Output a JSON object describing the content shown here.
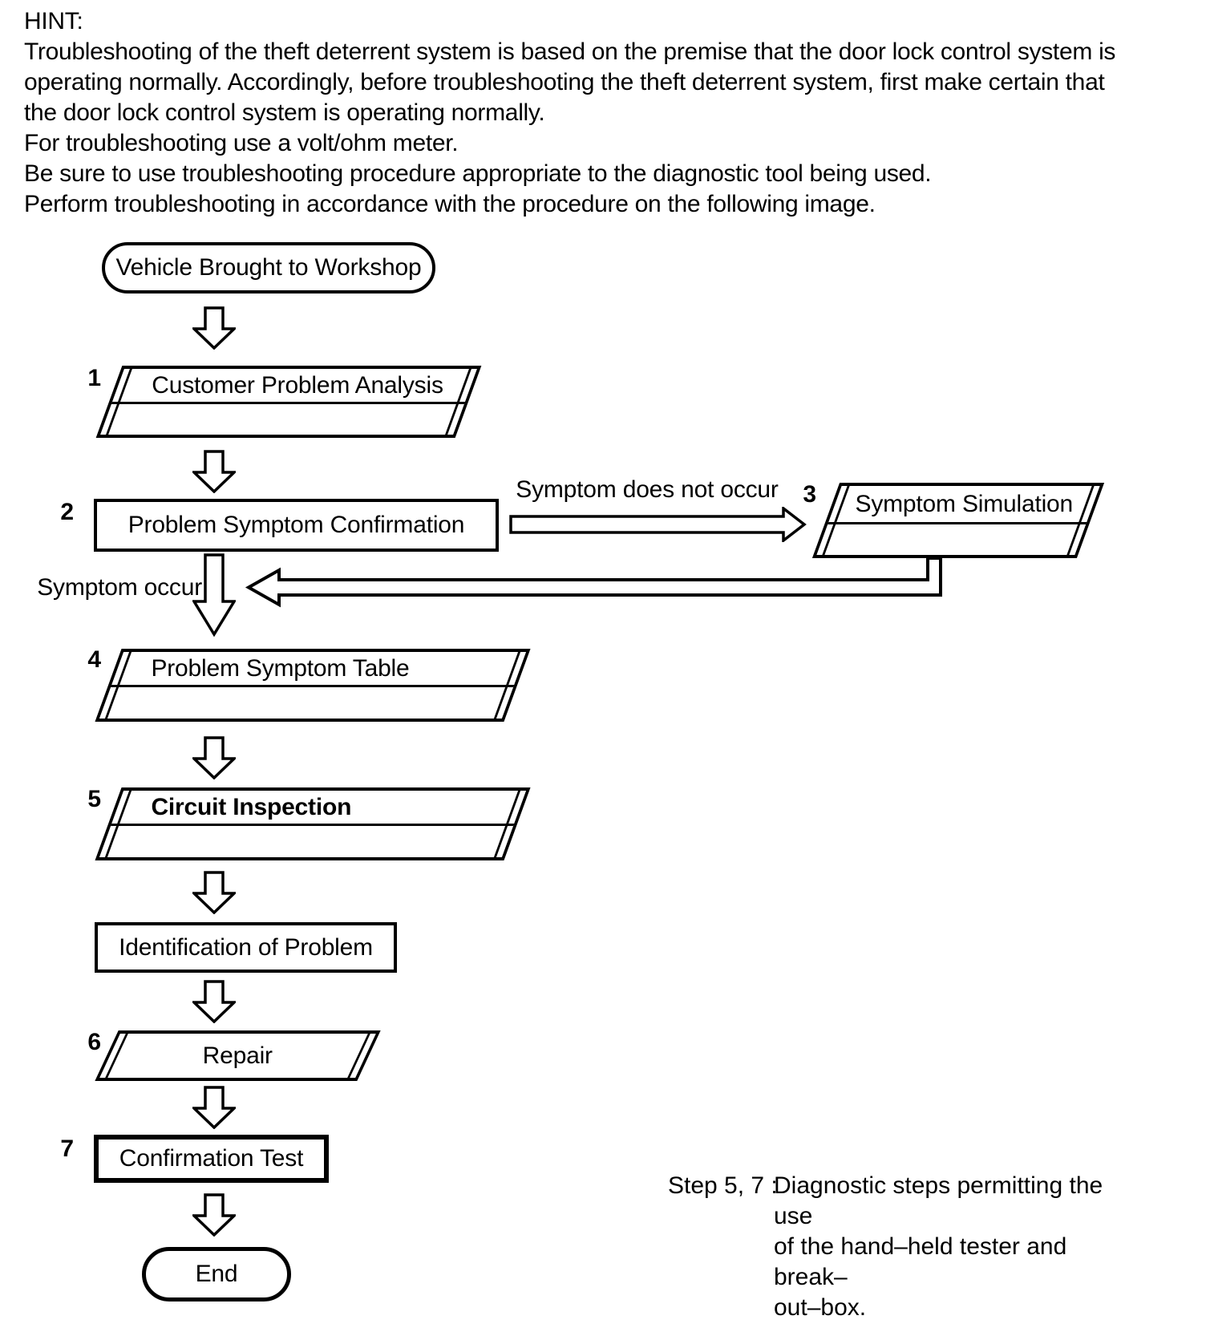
{
  "hint": {
    "lines": [
      "HINT:",
      "Troubleshooting of the theft deterrent system is based on the premise that the door lock control system is",
      "operating normally. Accordingly, before troubleshooting the theft deterrent system, first make certain that",
      "the door lock control system is operating normally.",
      "For troubleshooting use a volt/ohm meter.",
      "Be sure to use troubleshooting procedure appropriate to the diagnostic tool being used.",
      "Perform troubleshooting in accordance with the procedure on the following image."
    ]
  },
  "flowchart": {
    "start_label": "Vehicle Brought to Workshop",
    "steps": {
      "s1": {
        "num": "1",
        "label": "Customer Problem Analysis"
      },
      "s2": {
        "num": "2",
        "label": "Problem Symptom Confirmation"
      },
      "s3": {
        "num": "3",
        "label": "Symptom Simulation"
      },
      "s4": {
        "num": "4",
        "label": "Problem Symptom Table"
      },
      "s5": {
        "num": "5",
        "label": "Circuit Inspection"
      },
      "s6": {
        "num": "6",
        "label": "Repair"
      },
      "s7": {
        "num": "7",
        "label": "Confirmation Test"
      }
    },
    "identification_label": "Identification of Problem",
    "end_label": "End",
    "edge_labels": {
      "symptom_not_occur": "Symptom does not occur",
      "symptom_occur": "Symptom occur"
    }
  },
  "note": {
    "label": "Step 5, 7 :",
    "text": "Diagnostic steps permitting the use\nof the hand–held tester and break–\nout–box."
  },
  "colors": {
    "ink": "#000000",
    "background": "#ffffff"
  }
}
